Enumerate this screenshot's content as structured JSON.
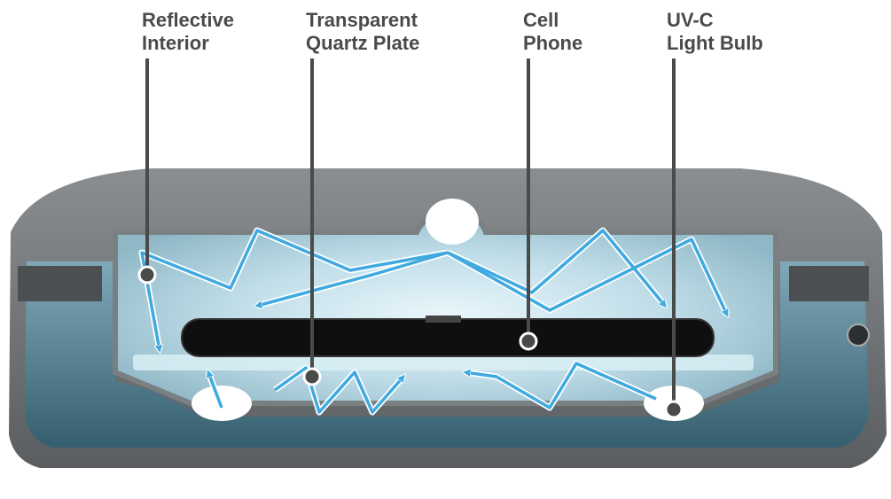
{
  "labels": {
    "reflective_interior": {
      "line1": "Reflective",
      "line2": "Interior"
    },
    "quartz_plate": {
      "line1": "Transparent",
      "line2": "Quartz Plate"
    },
    "cell_phone": {
      "line1": "Cell",
      "line2": "Phone"
    },
    "uvc_bulb": {
      "line1": "UV-C",
      "line2": "Light Bulb"
    }
  },
  "colors": {
    "label_text": "#4a4a4a",
    "leader_line": "#4a4a4a",
    "housing": "#6e7275",
    "uv_ray": "#3fa9e0",
    "interior_glow": "#cfe9f2",
    "phone": "#111111"
  }
}
